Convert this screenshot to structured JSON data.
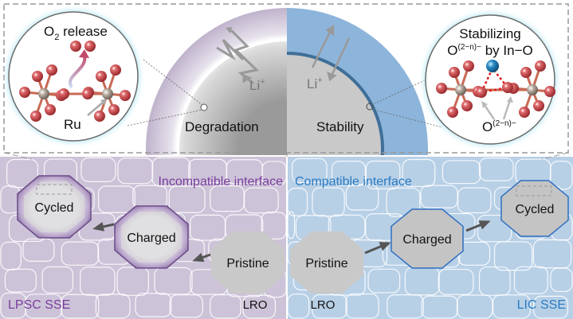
{
  "top": {
    "left_zoom": {
      "title_main": "O",
      "title_sub": "2",
      "title_rest": " release",
      "atom_label": "Ru"
    },
    "left_particle": {
      "ion_label": "Li",
      "ion_sup": "+",
      "state_label": "Degradation"
    },
    "right_particle": {
      "ion_label": "Li",
      "ion_sup": "+",
      "state_label": "Stability"
    },
    "right_zoom": {
      "title_line1": "Stabilizing",
      "title_line2_main": "O",
      "title_line2_sup": "(2−n)−",
      "title_line2_rest": " by In−O",
      "atom_label_main": "O",
      "atom_label_sup": "(2−n)−"
    }
  },
  "bottom": {
    "left": {
      "heading": "Incompatible interface",
      "corner_label": "LPSC SSE",
      "lro_label": "LRO",
      "particles": [
        "Cycled",
        "Charged",
        "Pristine"
      ]
    },
    "right": {
      "heading": "Compatible interface",
      "corner_label": "LIC SSE",
      "lro_label": "LRO",
      "particles": [
        "Pristine",
        "Charged",
        "Cycled"
      ]
    }
  },
  "colors": {
    "purple_text": "#7a3e9d",
    "blue_text": "#2a7bc4",
    "purple_bg": "#cdc3d8",
    "blue_bg": "#b8d0e6",
    "oxygen": "#c8484c",
    "ruthenium": "#a89a8e",
    "indium": "#2a8cc4"
  }
}
